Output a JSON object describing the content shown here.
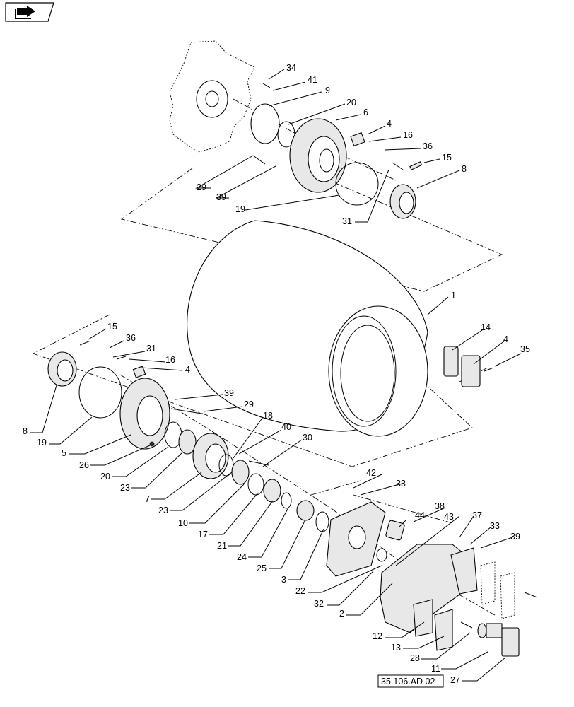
{
  "nav_icon": {
    "name": "back-arrow-icon"
  },
  "reference": "35.106.AD 02",
  "callouts": [
    {
      "id": "c34",
      "label": "34"
    },
    {
      "id": "c41",
      "label": "41"
    },
    {
      "id": "c9",
      "label": "9"
    },
    {
      "id": "c20a",
      "label": "20"
    },
    {
      "id": "c6",
      "label": "6"
    },
    {
      "id": "c4a",
      "label": "4"
    },
    {
      "id": "c16a",
      "label": "16"
    },
    {
      "id": "c36a",
      "label": "36"
    },
    {
      "id": "c15a",
      "label": "15"
    },
    {
      "id": "c8a",
      "label": "8"
    },
    {
      "id": "c29a",
      "label": "29"
    },
    {
      "id": "c39a",
      "label": "39"
    },
    {
      "id": "c19a",
      "label": "19"
    },
    {
      "id": "c31a",
      "label": "31"
    },
    {
      "id": "c1",
      "label": "1"
    },
    {
      "id": "c14",
      "label": "14"
    },
    {
      "id": "c4b",
      "label": "4"
    },
    {
      "id": "c35",
      "label": "35"
    },
    {
      "id": "c15b",
      "label": "15"
    },
    {
      "id": "c36b",
      "label": "36"
    },
    {
      "id": "c31b",
      "label": "31"
    },
    {
      "id": "c16b",
      "label": "16"
    },
    {
      "id": "c4c",
      "label": "4"
    },
    {
      "id": "c39b",
      "label": "39"
    },
    {
      "id": "c29b",
      "label": "29"
    },
    {
      "id": "c18",
      "label": "18"
    },
    {
      "id": "c40",
      "label": "40"
    },
    {
      "id": "c30",
      "label": "30"
    },
    {
      "id": "c8b",
      "label": "8"
    },
    {
      "id": "c19b",
      "label": "19"
    },
    {
      "id": "c5",
      "label": "5"
    },
    {
      "id": "c26",
      "label": "26"
    },
    {
      "id": "c20b",
      "label": "20"
    },
    {
      "id": "c23a",
      "label": "23"
    },
    {
      "id": "c7",
      "label": "7"
    },
    {
      "id": "c23b",
      "label": "23"
    },
    {
      "id": "c10",
      "label": "10"
    },
    {
      "id": "c17",
      "label": "17"
    },
    {
      "id": "c21",
      "label": "21"
    },
    {
      "id": "c24",
      "label": "24"
    },
    {
      "id": "c25",
      "label": "25"
    },
    {
      "id": "c3",
      "label": "3"
    },
    {
      "id": "c42",
      "label": "42"
    },
    {
      "id": "c33a",
      "label": "33"
    },
    {
      "id": "c44",
      "label": "44"
    },
    {
      "id": "c38",
      "label": "38"
    },
    {
      "id": "c43",
      "label": "43"
    },
    {
      "id": "c37",
      "label": "37"
    },
    {
      "id": "c33b",
      "label": "33"
    },
    {
      "id": "c39c",
      "label": "39"
    },
    {
      "id": "c22",
      "label": "22"
    },
    {
      "id": "c32",
      "label": "32"
    },
    {
      "id": "c2",
      "label": "2"
    },
    {
      "id": "c12",
      "label": "12"
    },
    {
      "id": "c13",
      "label": "13"
    },
    {
      "id": "c28",
      "label": "28"
    },
    {
      "id": "c11",
      "label": "11"
    },
    {
      "id": "c27",
      "label": "27"
    }
  ]
}
